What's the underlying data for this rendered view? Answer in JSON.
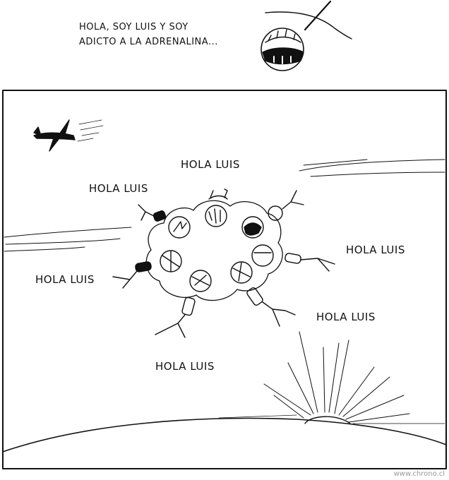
{
  "caption": {
    "line1": "HOLA, SOY LUIS Y SOY",
    "line2": "ADICTO A LA ADRENALINA..."
  },
  "greetings": [
    "HOLA LUIS",
    "HOLA LUIS",
    "HOLA LUIS",
    "HOLA LUIS",
    "HOLA LUIS",
    "HOLA LUIS"
  ],
  "watermark": "www.chrono.cl"
}
